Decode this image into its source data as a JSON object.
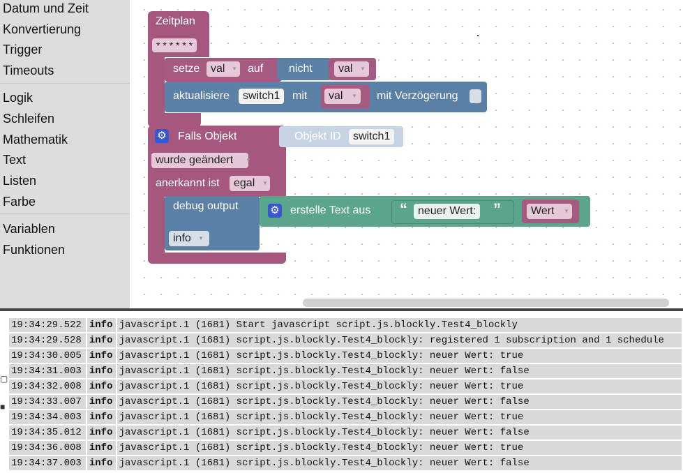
{
  "toolbox": {
    "items": [
      "Datum und Zeit",
      "Konvertierung",
      "Trigger",
      "Timeouts",
      "Logik",
      "Schleifen",
      "Mathematik",
      "Text",
      "Listen",
      "Farbe",
      "Variablen",
      "Funktionen"
    ]
  },
  "blocks": {
    "schedule": {
      "title": "Zeitplan",
      "cron": "* * * * * *"
    },
    "set": {
      "label": "setze",
      "var": "val",
      "mid": "auf",
      "op": "nicht",
      "operand": "val"
    },
    "update": {
      "label": "aktualisiere",
      "target": "switch1",
      "mid": "mit",
      "value": "val",
      "delay_label": "mit Verzögerung"
    },
    "trigger": {
      "title": "Falls Objekt",
      "objid_label": "Objekt ID",
      "objid": "switch1",
      "cond": "wurde geändert",
      "ack_label": "anerkannt ist",
      "ack": "egal"
    },
    "debug": {
      "label": "debug output",
      "level": "info"
    },
    "text": {
      "label": "erstelle Text aus",
      "quote_open": "“",
      "literal": "neuer Wert:",
      "quote_close": "”",
      "var": "Wert"
    }
  },
  "colors": {
    "event": "#a5577d",
    "action": "#5b80a5",
    "text": "#5ba58c",
    "variable": "#a55b80",
    "objid": "#c6d4e4"
  },
  "icons": {
    "gear": "gear-icon",
    "dropdown": "dropdown-arrow-icon"
  },
  "log": {
    "rows": [
      {
        "time": "19:34:29.522",
        "level": "info",
        "msg": "javascript.1 (1681) Start javascript script.js.blockly.Test4_blockly"
      },
      {
        "time": "19:34:29.528",
        "level": "info",
        "msg": "javascript.1 (1681) script.js.blockly.Test4_blockly: registered 1 subscription and 1 schedule"
      },
      {
        "time": "19:34:30.005",
        "level": "info",
        "msg": "javascript.1 (1681) script.js.blockly.Test4_blockly: neuer Wert: true"
      },
      {
        "time": "19:34:31.003",
        "level": "info",
        "msg": "javascript.1 (1681) script.js.blockly.Test4_blockly: neuer Wert: false"
      },
      {
        "time": "19:34:32.008",
        "level": "info",
        "msg": "javascript.1 (1681) script.js.blockly.Test4_blockly: neuer Wert: true"
      },
      {
        "time": "19:34:33.007",
        "level": "info",
        "msg": "javascript.1 (1681) script.js.blockly.Test4_blockly: neuer Wert: false"
      },
      {
        "time": "19:34:34.003",
        "level": "info",
        "msg": "javascript.1 (1681) script.js.blockly.Test4_blockly: neuer Wert: true"
      },
      {
        "time": "19:34:35.012",
        "level": "info",
        "msg": "javascript.1 (1681) script.js.blockly.Test4_blockly: neuer Wert: false"
      },
      {
        "time": "19:34:36.008",
        "level": "info",
        "msg": "javascript.1 (1681) script.js.blockly.Test4_blockly: neuer Wert: true"
      },
      {
        "time": "19:34:37.003",
        "level": "info",
        "msg": "javascript.1 (1681) script.js.blockly.Test4_blockly: neuer Wert: false"
      }
    ]
  }
}
